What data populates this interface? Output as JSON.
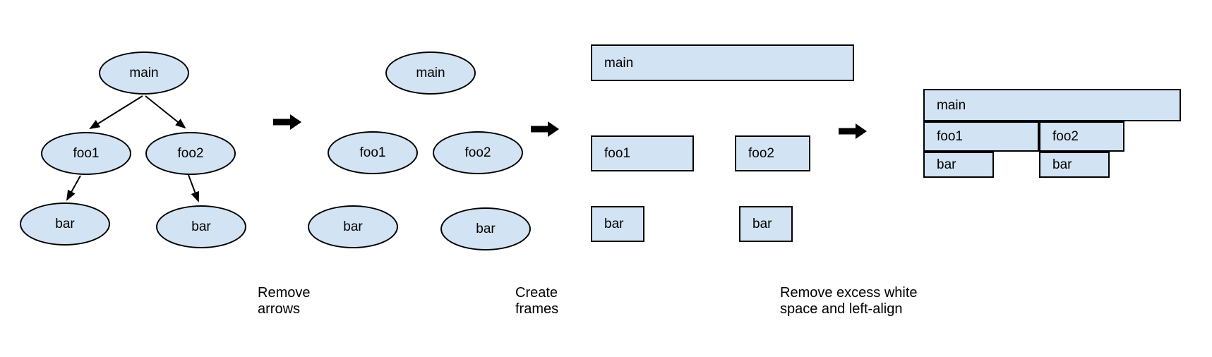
{
  "diagram": {
    "stages": [
      {
        "name": "call tree with arrows",
        "nodes": [
          "main",
          "foo1",
          "foo2",
          "bar",
          "bar"
        ]
      },
      {
        "name": "arrows removed",
        "nodes": [
          "main",
          "foo1",
          "foo2",
          "bar",
          "bar"
        ]
      },
      {
        "name": "frames created",
        "nodes": [
          "main",
          "foo1",
          "foo2",
          "bar",
          "bar"
        ]
      },
      {
        "name": "flame graph",
        "nodes": [
          "main",
          "foo1",
          "foo2",
          "bar",
          "bar"
        ]
      }
    ],
    "step_captions": [
      {
        "line1": "Remove",
        "line2": "arrows"
      },
      {
        "line1": "Create",
        "line2": "frames"
      },
      {
        "line1": "Remove excess white",
        "line2": "space and left-align"
      }
    ],
    "colors": {
      "node_fill": "#d2e3f3",
      "node_border": "#000000",
      "arrow": "#000000",
      "text": "#000000",
      "background": "#ffffff"
    }
  }
}
